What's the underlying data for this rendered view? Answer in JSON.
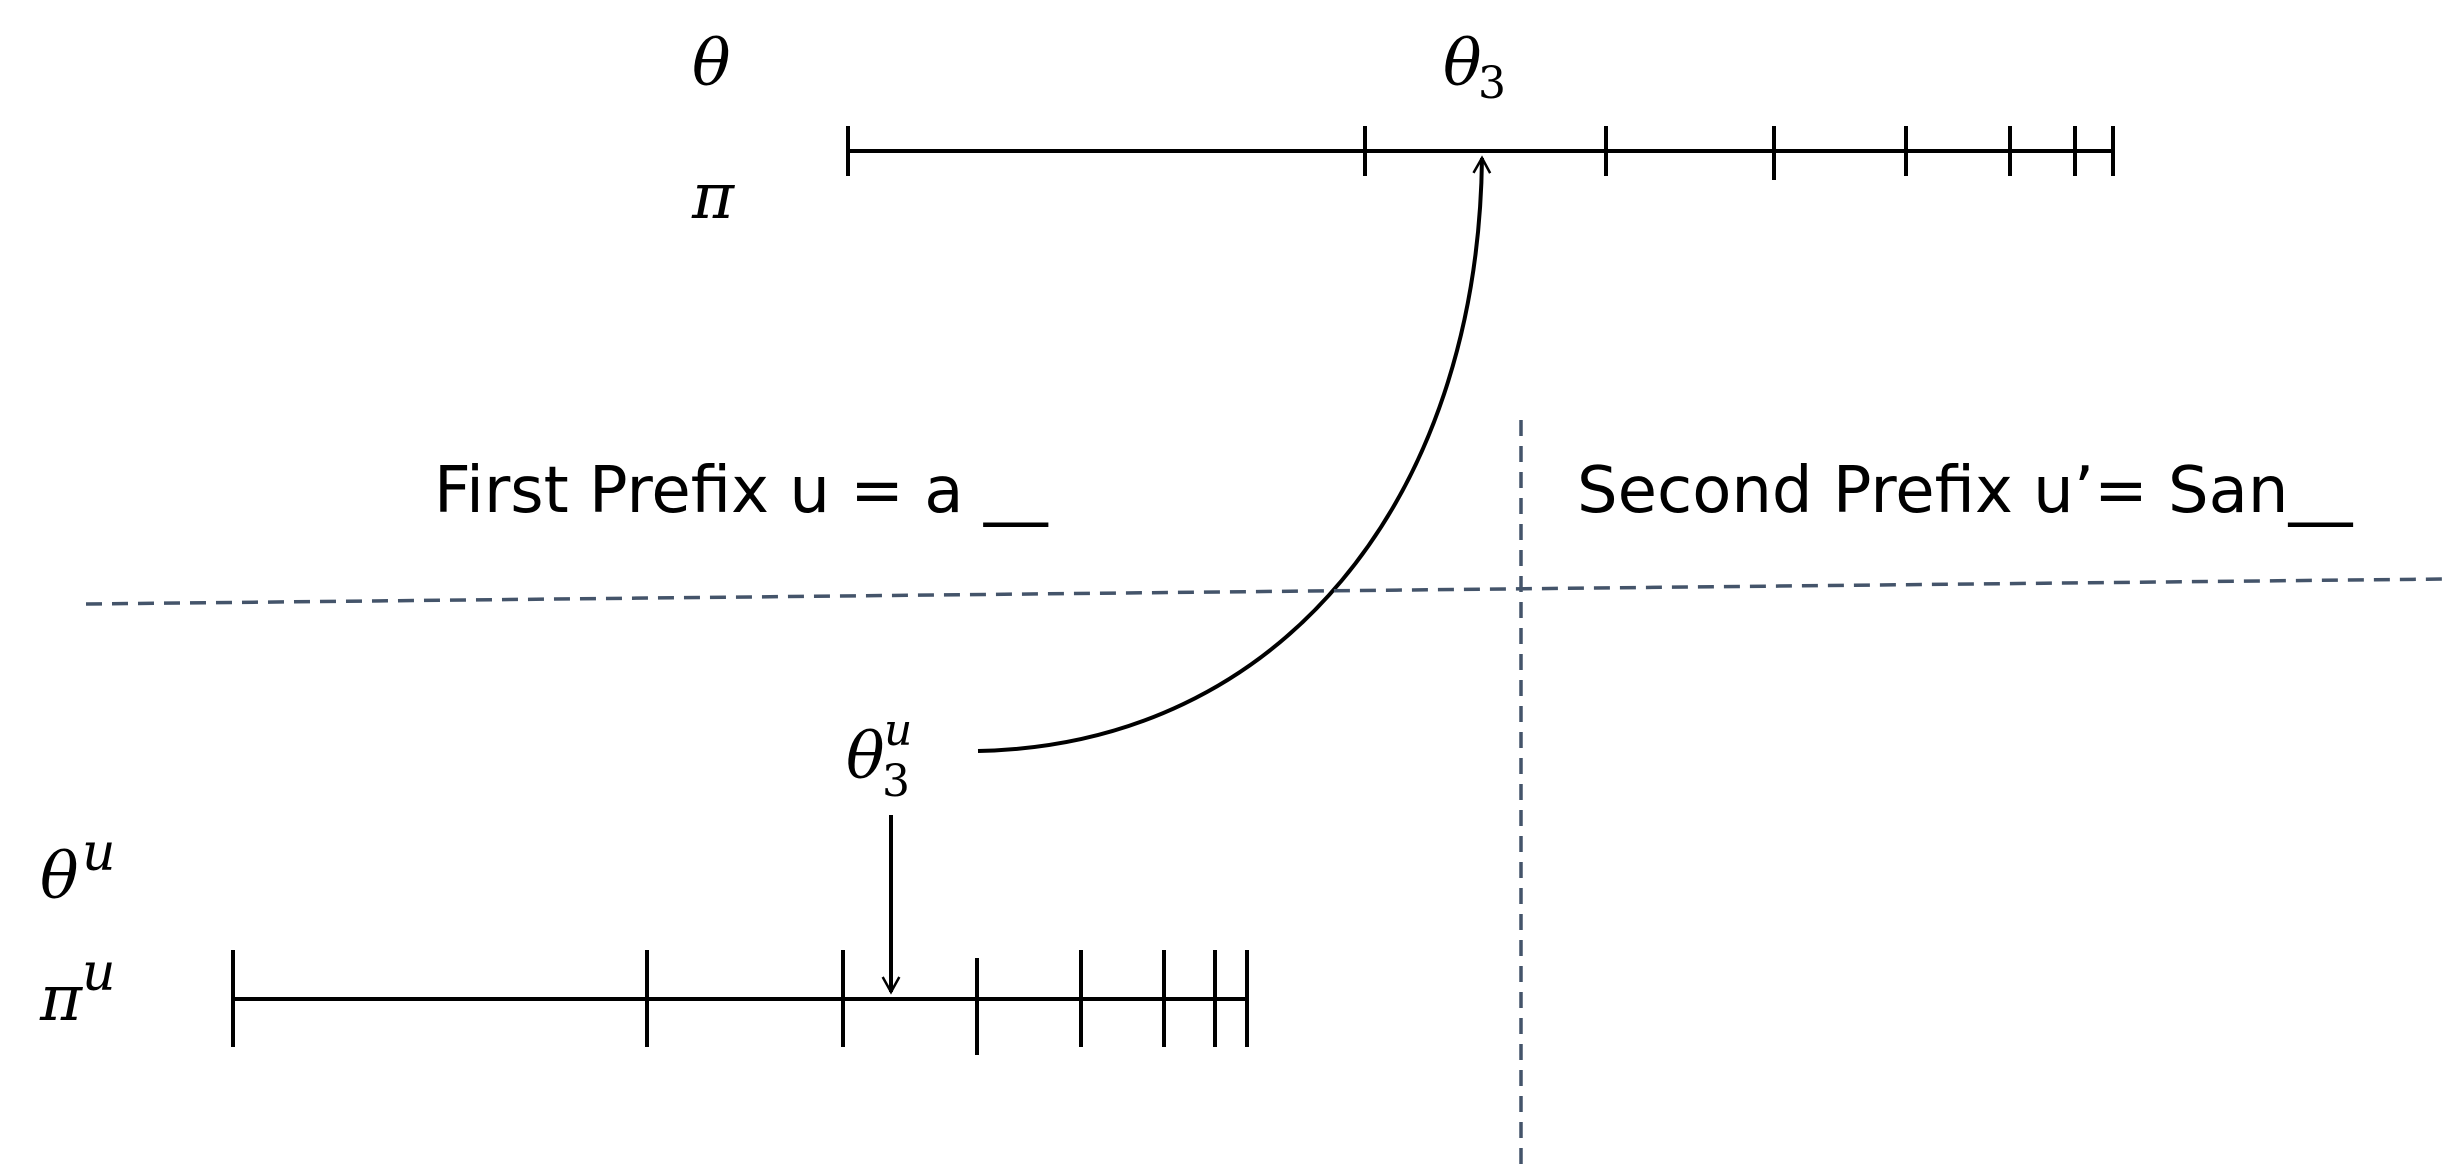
{
  "labels": {
    "top_theta": "θ",
    "top_pi": "π",
    "top_marker_symbol": "θ",
    "top_marker_sub": "3",
    "bottom_theta": "θ",
    "bottom_theta_sup": "u",
    "bottom_pi": "π",
    "bottom_pi_sup": "u",
    "bottom_marker_symbol": "θ",
    "bottom_marker_sub": "3",
    "bottom_marker_sup": "u"
  },
  "prefixes": {
    "first": "First Prefix  u = a __",
    "second": "Second Prefix  u’= San__"
  }
}
